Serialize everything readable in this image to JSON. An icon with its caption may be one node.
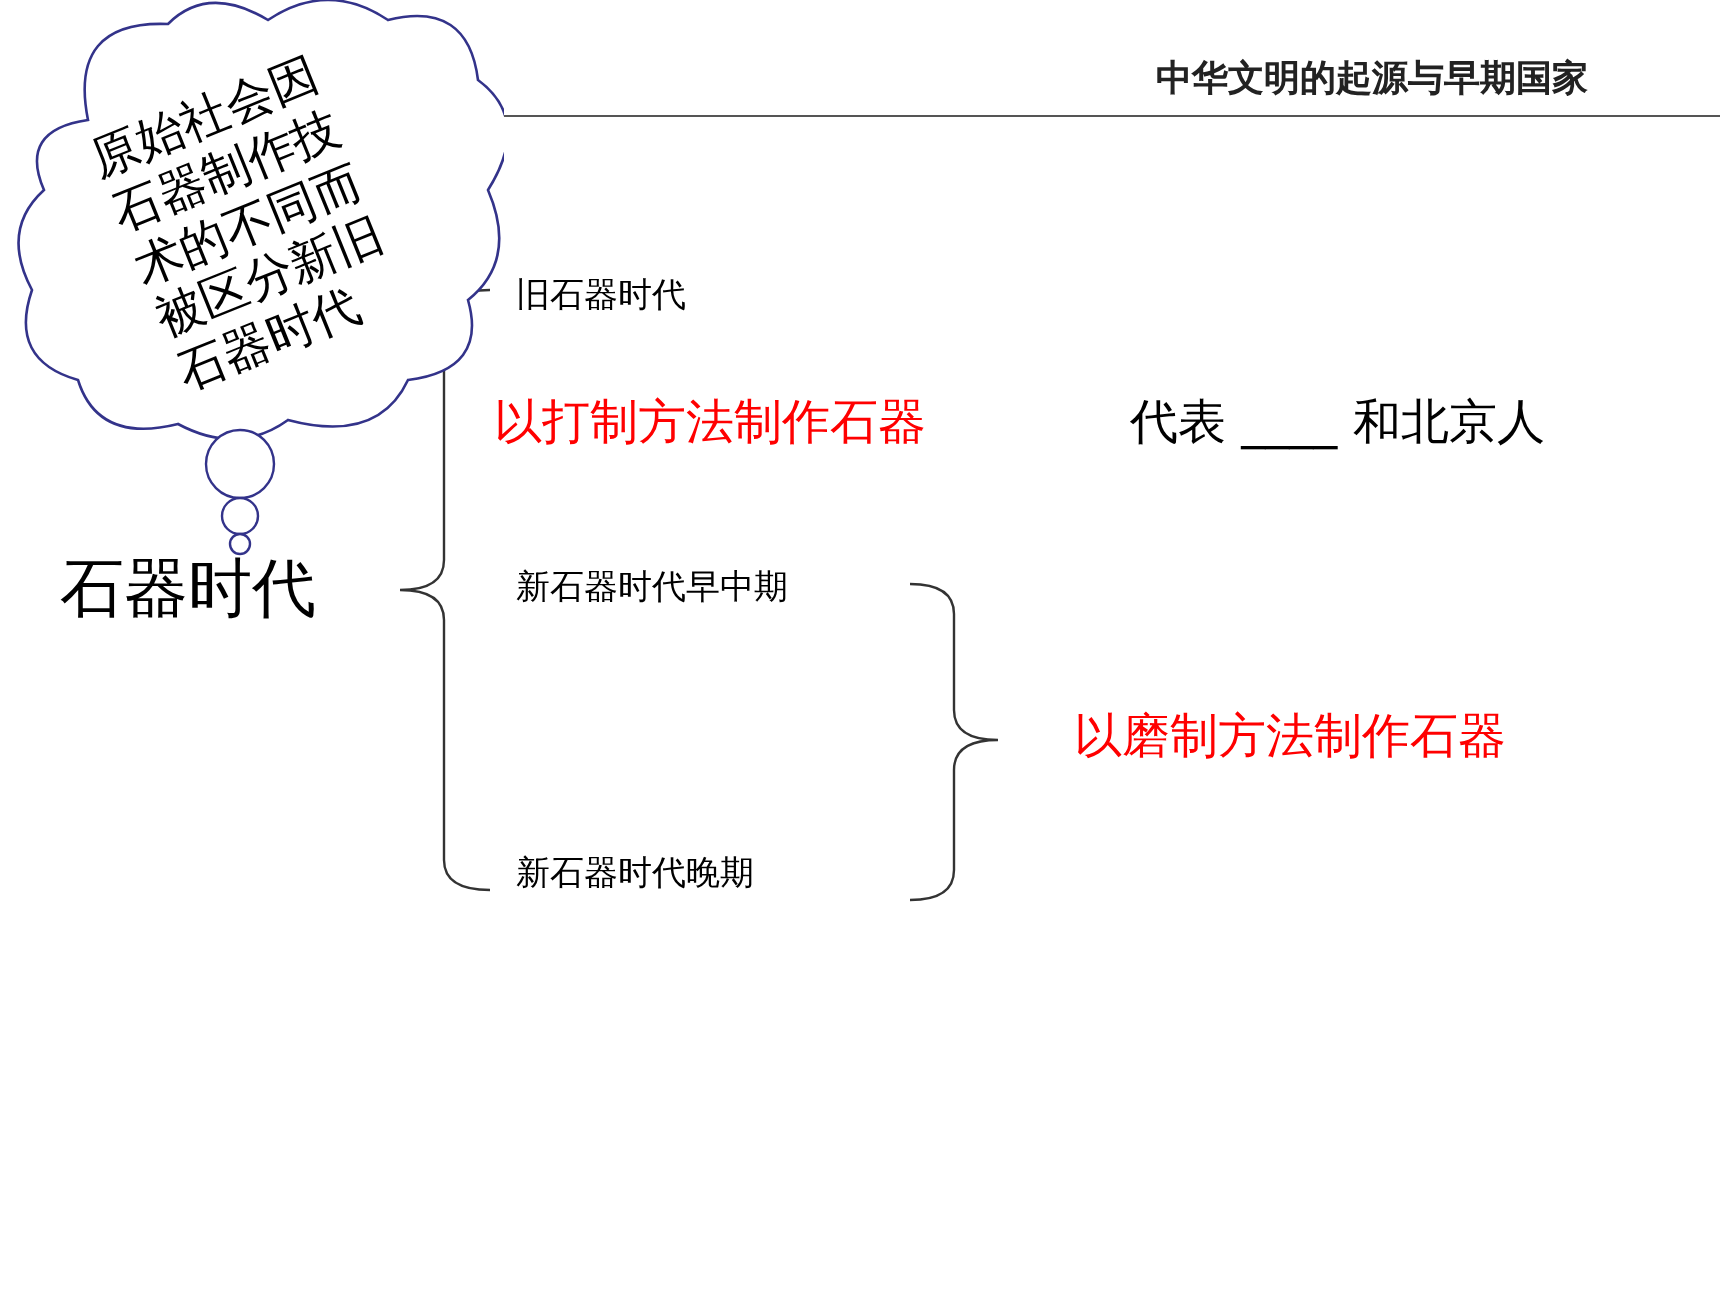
{
  "diagram": {
    "title": "中华文明的起源与早期国家",
    "nodes": [
      {
        "text": [
          "原始社会因石器制作技术的不同而被区分新旧石器时代"
        ]
      }
    ],
    "labels": [
      "旧石器时代",
      "以打制方法制作石器",
      "代表 ____ 和北京人",
      "石器时代",
      "新石器时代早中期",
      "以磨制方法制作石器",
      "新石器时代晚期"
    ]
  }
}
